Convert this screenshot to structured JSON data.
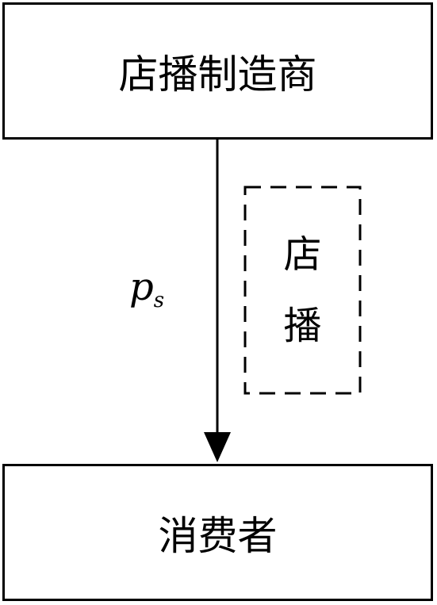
{
  "nodes": {
    "manufacturer": "店播制造商",
    "consumer": "消费者"
  },
  "edge": {
    "price_symbol": "p",
    "price_subscript": "s"
  },
  "channel": {
    "chars": [
      "店",
      "播"
    ]
  }
}
